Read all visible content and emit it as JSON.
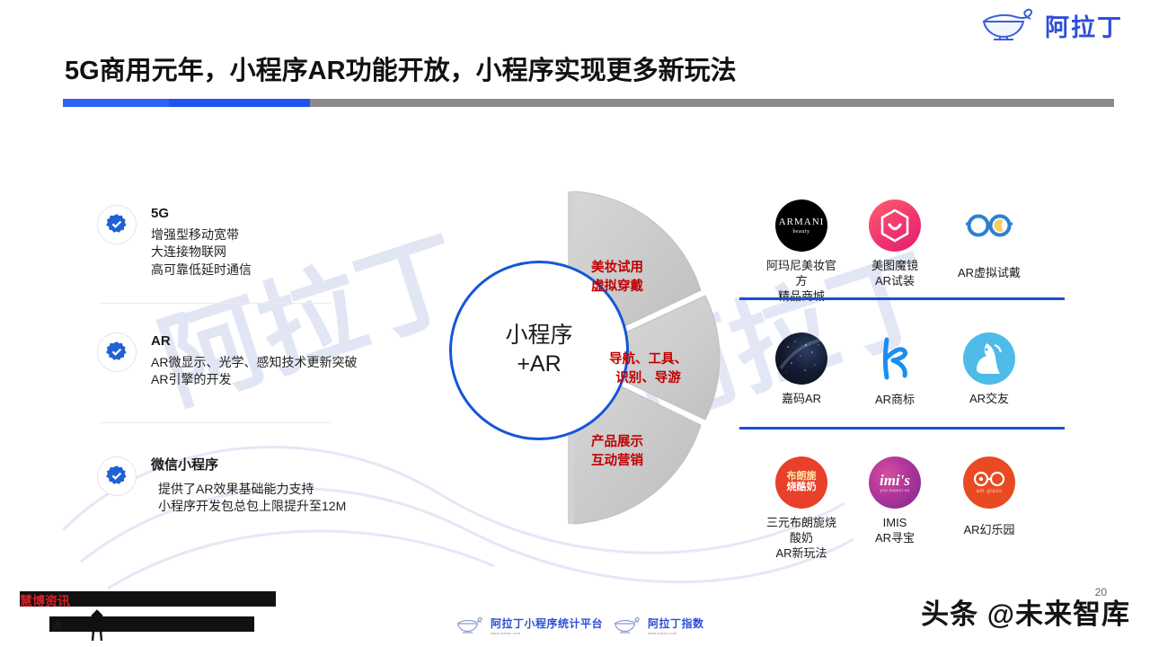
{
  "brand": {
    "logo_icon": "aladdin-lamp-icon",
    "name": "阿拉丁"
  },
  "header": {
    "title": "5G商用元年，小程序AR功能开放，小程序实现更多新玩法",
    "accent_color": "#1f53ef",
    "rule_color": "#8a8a8a"
  },
  "features": [
    {
      "icon": "verified-gear-icon",
      "title": "5G",
      "lines": [
        "增强型移动宽带",
        "大连接物联网",
        "高可靠低延时通信"
      ]
    },
    {
      "icon": "verified-gear-icon",
      "title": "AR",
      "lines": [
        "AR微显示、光学、感知技术更新突破",
        "AR引擎的开发"
      ]
    },
    {
      "icon": "verified-gear-icon",
      "title": "微信小程序",
      "lines": [
        "提供了AR效果基础能力支持",
        "小程序开发包总包上限提升至12M"
      ]
    }
  ],
  "wheel": {
    "center_line1": "小程序",
    "center_line2": "+AR",
    "center_border_color": "#1456d6",
    "segment_color": "#c9c9c9",
    "label_color": "#c00000",
    "segments": [
      {
        "name": "beauty-trial",
        "lines": [
          "美妆试用",
          "虚拟穿戴"
        ]
      },
      {
        "name": "navigation-tools",
        "lines": [
          "导航、工具、",
          "识别、导游"
        ]
      },
      {
        "name": "product-display",
        "lines": [
          "产品展示",
          "互动营销"
        ]
      }
    ]
  },
  "logo_rows": [
    {
      "rule_color": "#1a4fd0",
      "items": [
        {
          "icon": "armani-beauty-logo",
          "brand_line1": "ARMANI",
          "brand_line2": "beauty",
          "caption": "阿玛尼美妆官方\n精品商城"
        },
        {
          "icon": "meitu-mirror-logo",
          "caption": "美图魔镜\nAR试装"
        },
        {
          "icon": "ar-glasses-icon",
          "caption": "AR虚拟试戴"
        }
      ]
    },
    {
      "rule_color": "#1a4fd0",
      "items": [
        {
          "icon": "jiama-ar-logo",
          "caption": "嘉码AR"
        },
        {
          "icon": "ar-trademark-logo",
          "caption": "AR商标"
        },
        {
          "icon": "ar-friend-logo",
          "caption": "AR交友"
        }
      ]
    },
    {
      "rule_color": "#1a4fd0",
      "items": [
        {
          "icon": "bulangni-yogurt-logo",
          "brand_line1": "布朗旎",
          "brand_line2": "烧酪奶",
          "caption": "三元布朗旎烧酸奶\nAR新玩法"
        },
        {
          "icon": "imis-logo",
          "brand_line1": "imi's",
          "brand_line2": "you expect us",
          "caption": "IMIS\nAR寻宝"
        },
        {
          "icon": "am-glass-logo",
          "brand_line1": "am glass",
          "caption": "AR幻乐园"
        }
      ]
    }
  ],
  "footer": {
    "source_label": "慧博资讯",
    "source_redacted": true,
    "dot_label": "点",
    "logos": [
      {
        "icon": "aladdin-lamp-icon",
        "text": "阿拉丁小程序统计平台",
        "url": "www.aldwx.com"
      },
      {
        "icon": "aladdin-lamp-icon",
        "text": "阿拉丁指数",
        "url": "www.aldzs.com"
      }
    ],
    "page_number": "20",
    "watermark": "头条 @未来智库"
  }
}
